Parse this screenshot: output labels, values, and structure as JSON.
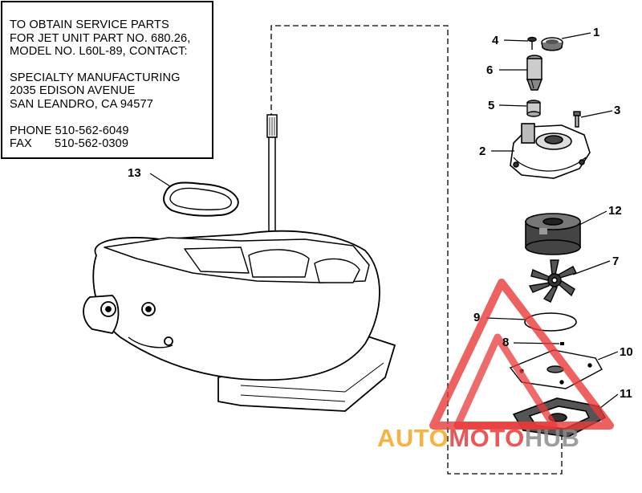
{
  "info_box": {
    "lines": [
      "TO OBTAIN SERVICE PARTS",
      "FOR JET UNIT PART NO. 680.26,",
      "MODEL NO. L60L-89, CONTACT:",
      "SPECIALTY MANUFACTURING",
      "2035 EDISON AVENUE",
      "SAN LEANDRO, CA 94577"
    ],
    "phone_label": "PHONE",
    "phone_number": "510-562-6049",
    "fax_label": "FAX",
    "fax_number": "510-562-0309"
  },
  "callouts": {
    "c1": "1",
    "c2": "2",
    "c3": "3",
    "c4": "4",
    "c5": "5",
    "c6": "6",
    "c7": "7",
    "c8": "8",
    "c9": "9",
    "c10": "10",
    "c11": "11",
    "c12": "12",
    "c13": "13"
  },
  "watermark": {
    "part_auto": "AUTO",
    "part_moto": "MOTO",
    "part_hub": "HUB",
    "color_orange": "#f5a623",
    "color_red": "#e8393a",
    "color_gray": "#8c8c8c"
  }
}
